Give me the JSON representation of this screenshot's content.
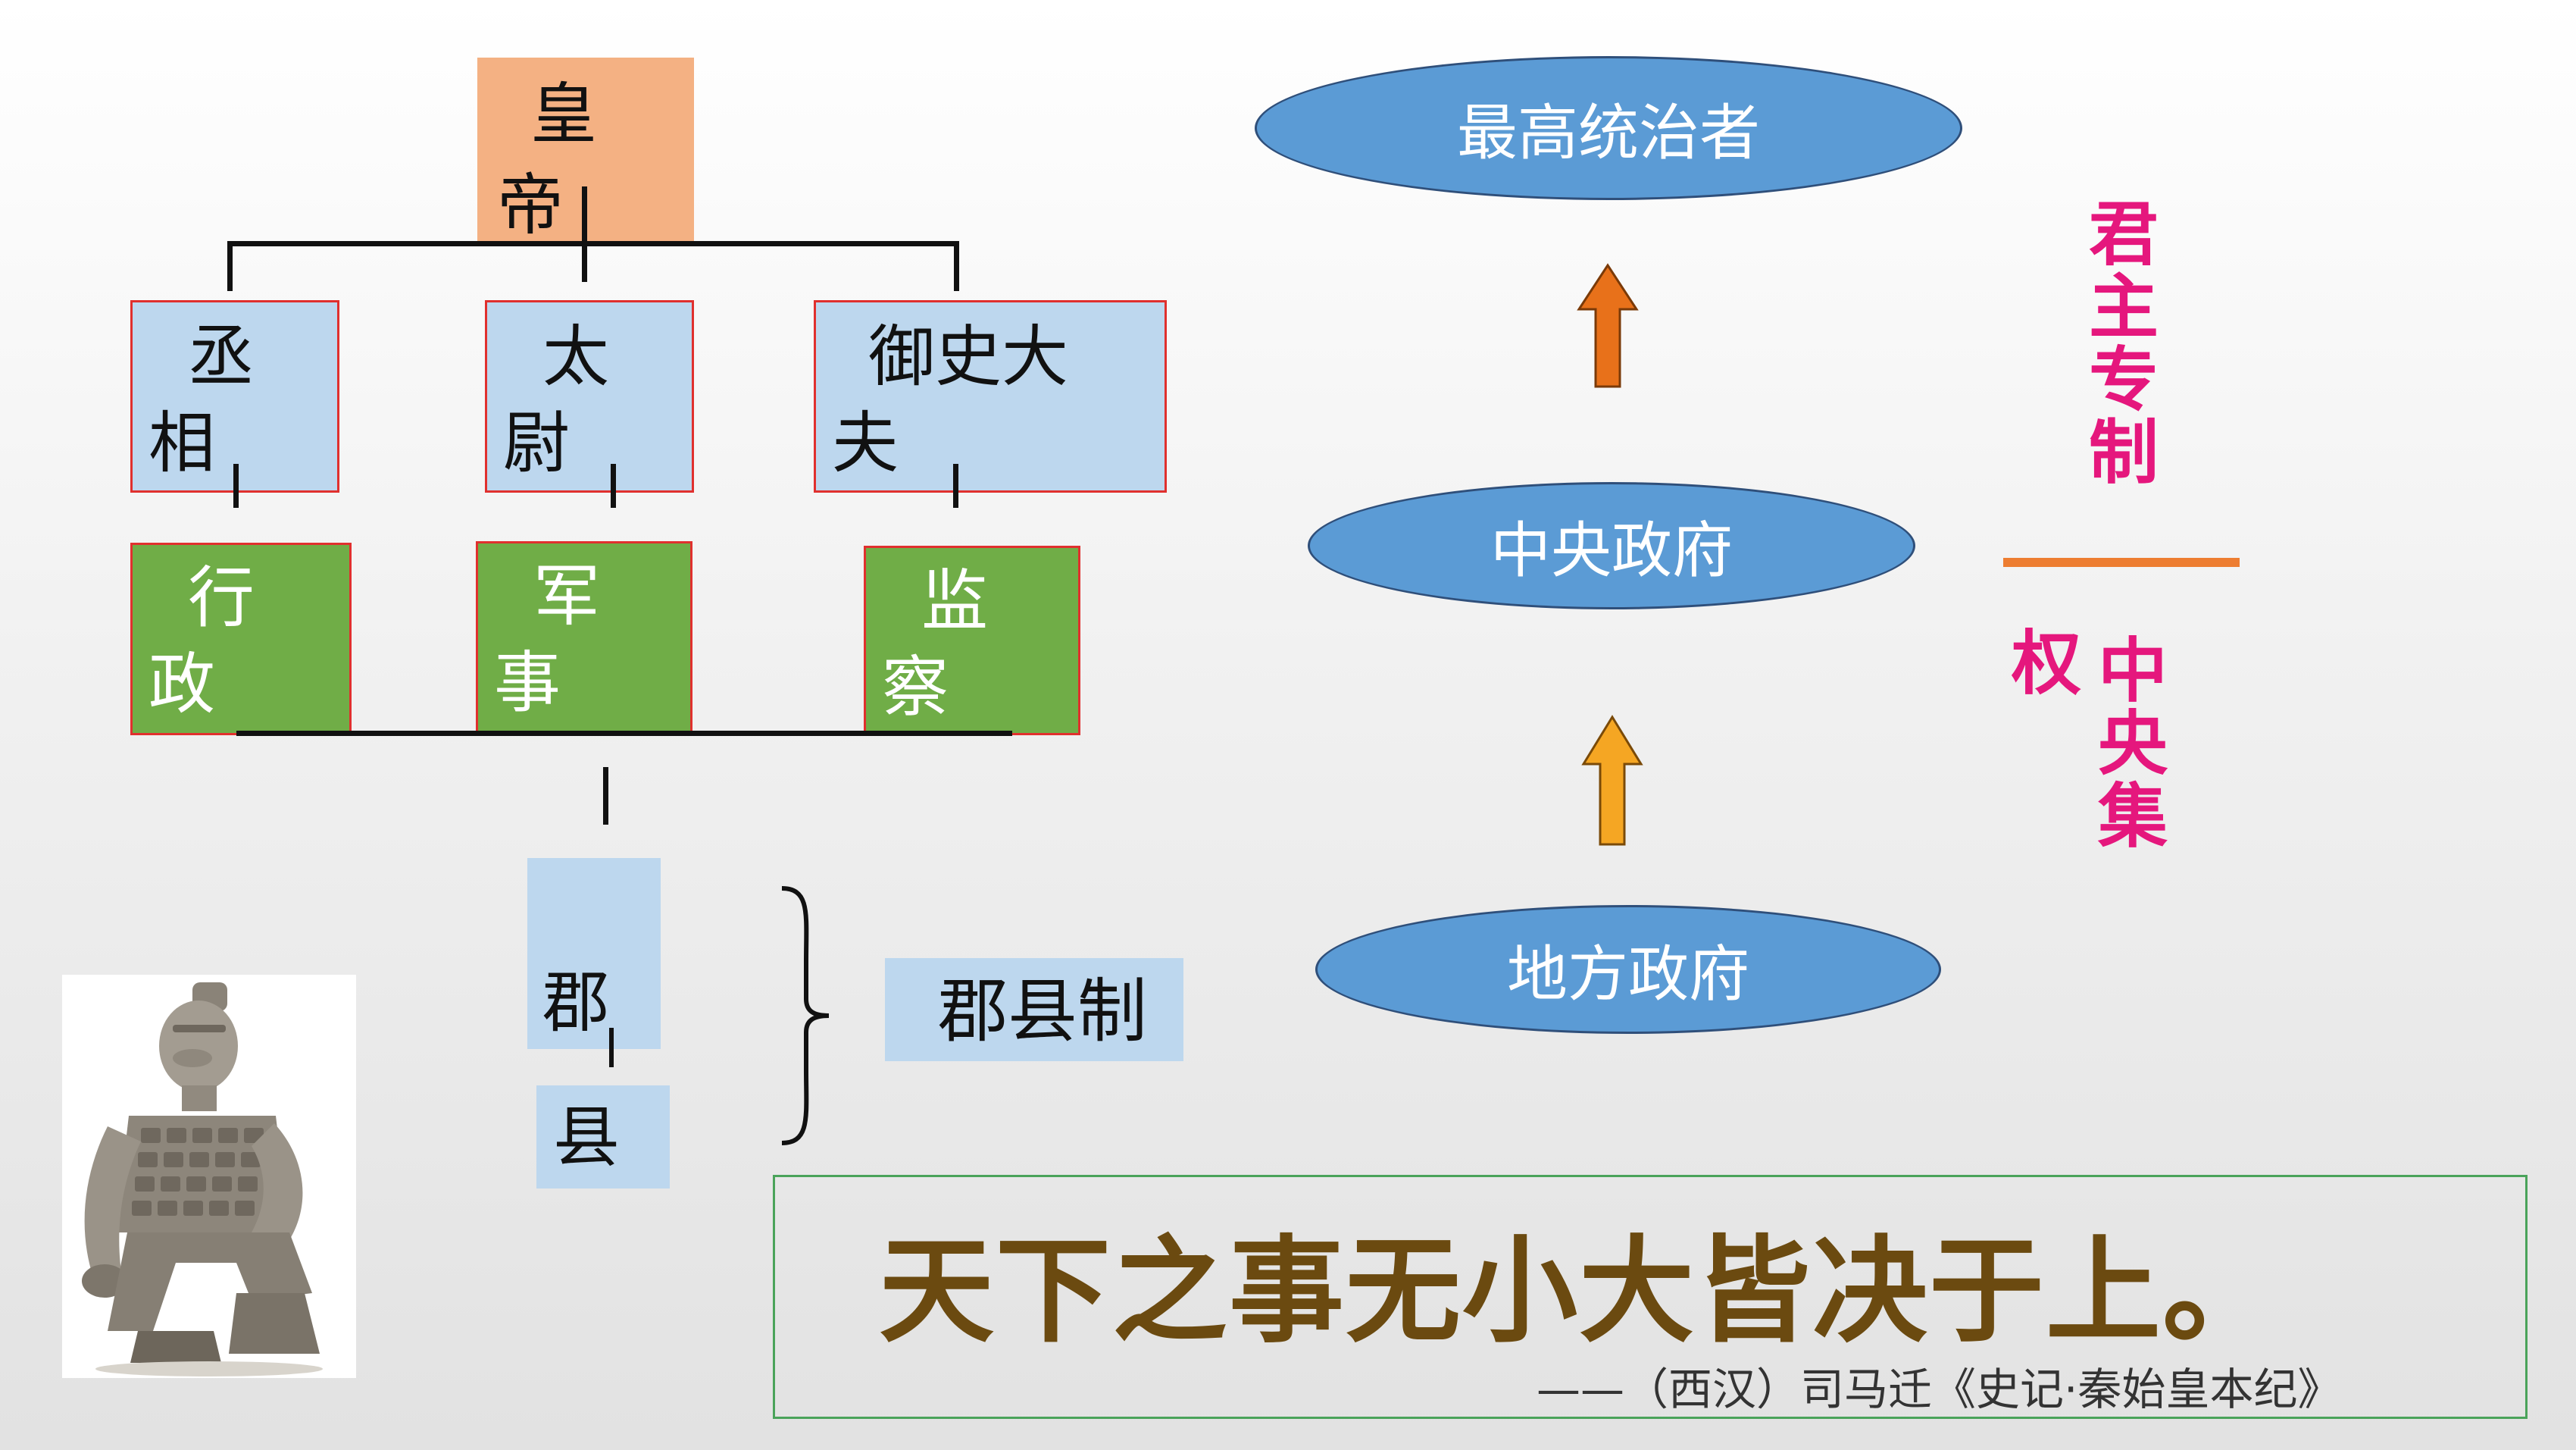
{
  "hierarchy": {
    "emperor": "皇帝",
    "officials": [
      {
        "title": "丞相",
        "duty": "行政"
      },
      {
        "title": "太尉",
        "duty": "军事"
      },
      {
        "title": "御史大夫",
        "duty": "监察"
      }
    ],
    "local": {
      "commandery": "郡",
      "county": "县",
      "system": "郡县制"
    }
  },
  "power_levels": [
    "最高统治者",
    "中央政府",
    "地方政府"
  ],
  "vertical_labels": {
    "autocracy": "君主专制",
    "centralization": "中央集权"
  },
  "quote": {
    "text": "天下之事无小大皆决于上。",
    "source": "——（西汉）司马迁《史记·秦始皇本纪》"
  },
  "colors": {
    "emperor_box": "#f4b183",
    "official_box": "#bdd7ee",
    "duty_box": "#70ad47",
    "ellipse": "#5b9bd5",
    "vertical_text": "#e5177d",
    "divider": "#ed7d31",
    "quote_text": "#6b4a10",
    "arrow_top": "#e8711a",
    "arrow_bottom": "#f5a623"
  },
  "image": {
    "icon": "terracotta-warrior-icon"
  }
}
